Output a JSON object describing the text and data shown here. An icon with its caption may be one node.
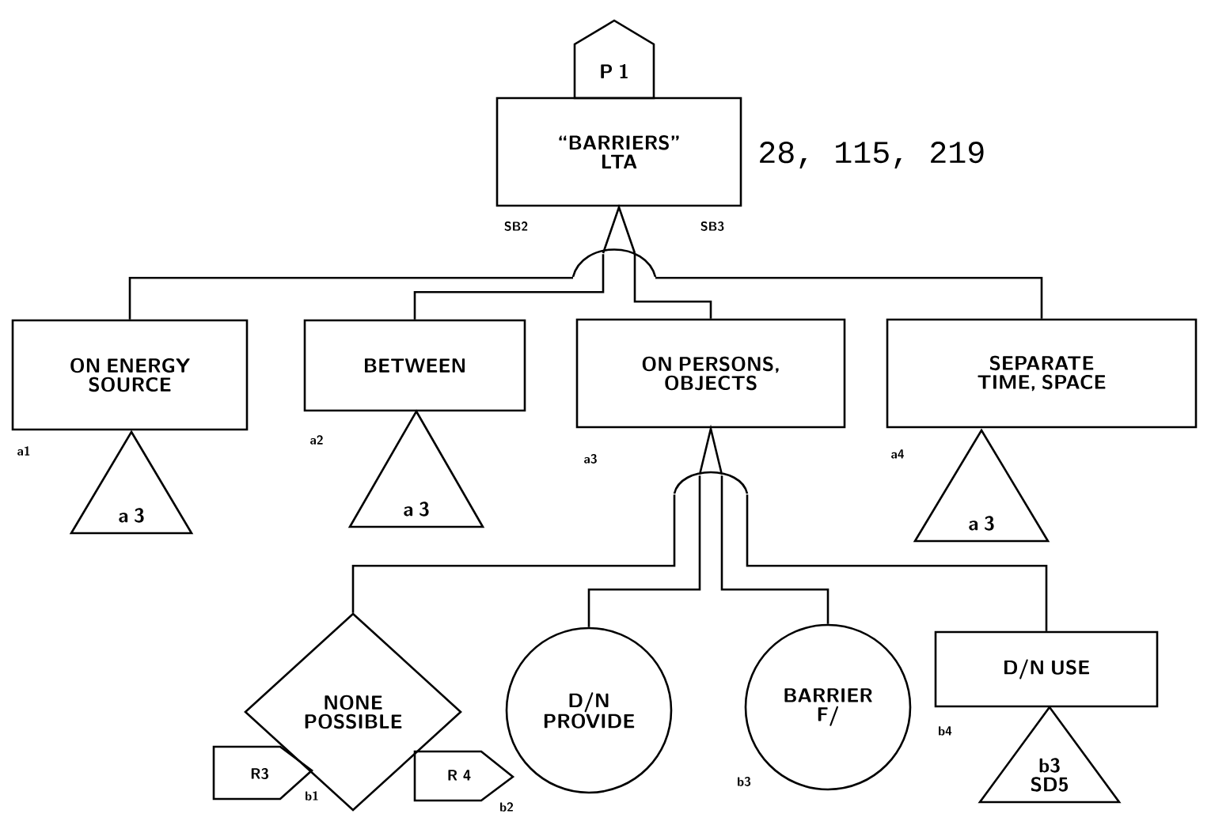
{
  "diagram": {
    "nodes": [
      {
        "text": [
          "P 1"
        ]
      },
      {
        "text": [
          "“BARRIERS” LTA"
        ]
      },
      {
        "text": [
          "ON ENERGY SOURCE"
        ],
        "beside": [
          "a1"
        ]
      },
      {
        "text": [
          "BETWEEN"
        ],
        "beside": [
          "a2"
        ]
      },
      {
        "text": [
          "ON PERSONS, OBJECTS"
        ],
        "beside": [
          "a3"
        ]
      },
      {
        "text": [
          "SEPARATE TIME, SPACE"
        ]
      },
      {
        "text": [
          "a 3"
        ]
      },
      {
        "text": [
          "a 3"
        ]
      },
      {
        "text": [
          "a 3"
        ]
      },
      {
        "text": [
          "NONE POSSIBLE"
        ],
        "beside": [
          "b1"
        ]
      },
      {
        "text": [
          "D/N PROVIDE"
        ]
      },
      {
        "text": [
          "BARRIER F/"
        ],
        "beside": [
          "b3"
        ]
      },
      {
        "text": [
          "D/N USE"
        ],
        "beside": [
          "b4"
        ]
      },
      {
        "text": [
          "R3"
        ]
      },
      {
        "text": [
          "R 4"
        ]
      },
      {
        "text": [
          "b3 SD5"
        ]
      }
    ],
    "edges": [
      {
        "from": 1,
        "to": 2,
        "arrow": "none"
      },
      {
        "from": 1,
        "to": 3,
        "arrow": "none"
      },
      {
        "from": 1,
        "to": 4,
        "arrow": "none"
      },
      {
        "from": 1,
        "to": 5,
        "arrow": "none"
      },
      {
        "from": 4,
        "to": 9,
        "arrow": "none"
      },
      {
        "from": 4,
        "to": 10,
        "arrow": "none"
      },
      {
        "from": 4,
        "to": 11,
        "arrow": "none"
      },
      {
        "from": 4,
        "to": 12,
        "arrow": "none"
      }
    ],
    "labels": [
      "28, 115, 219",
      "SB2",
      "SB3",
      "a4",
      "b2"
    ]
  }
}
